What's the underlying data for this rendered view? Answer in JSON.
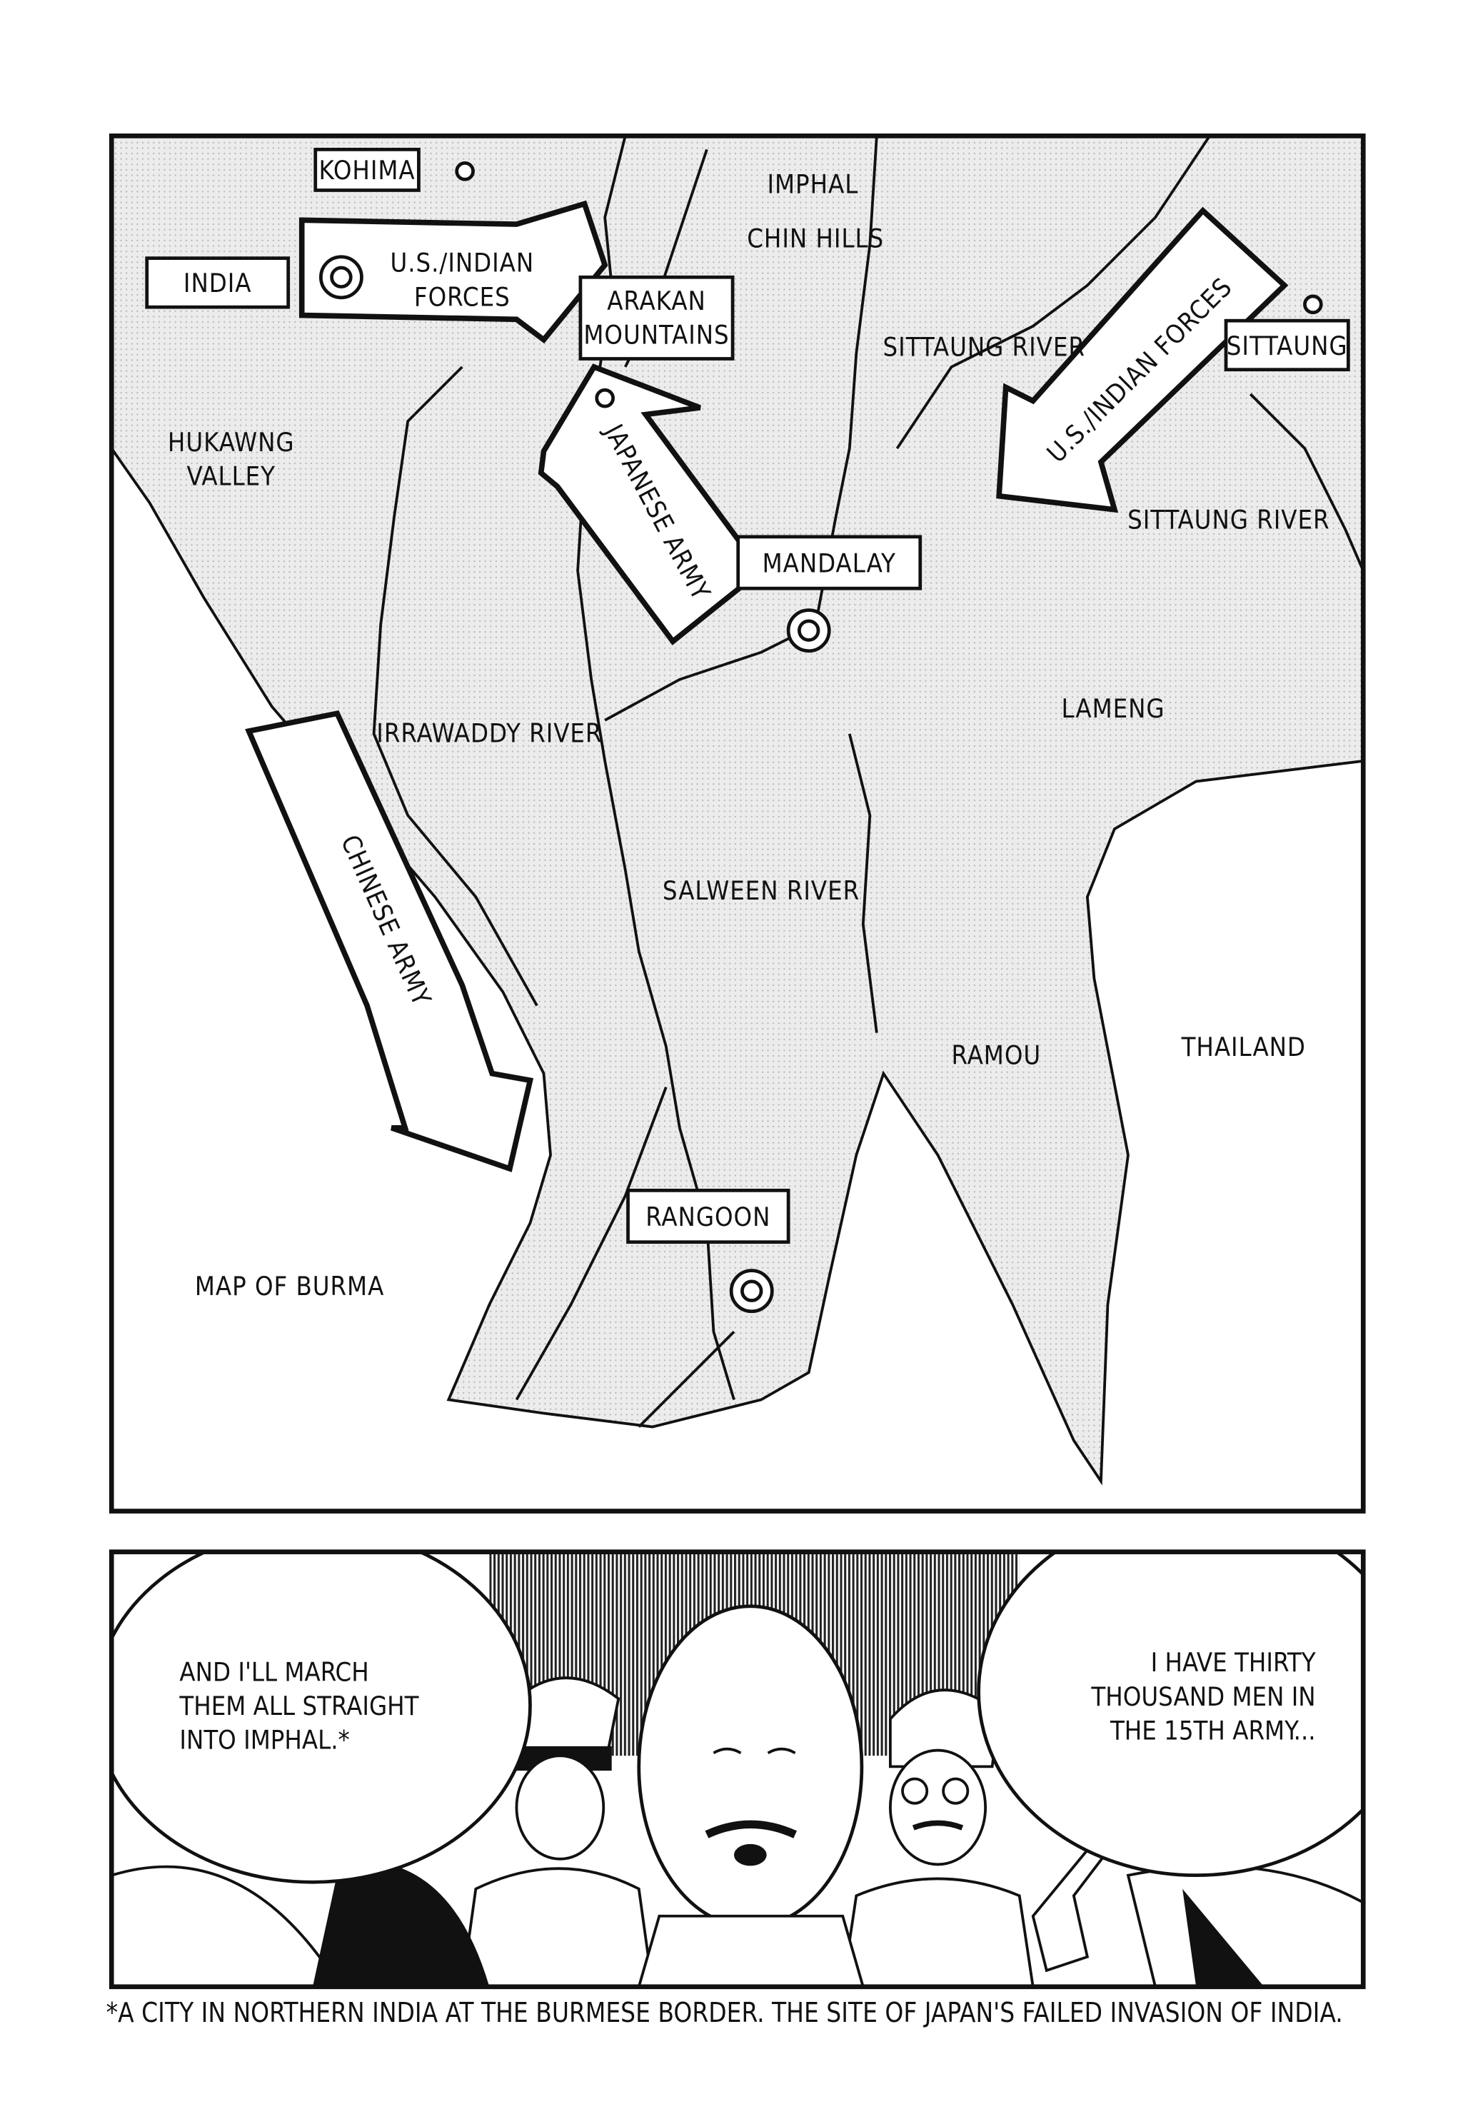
{
  "map_panel": {
    "caption": "MAP OF BURMA",
    "places": {
      "kohima": "KOHIMA",
      "india": "INDIA",
      "imphal": "IMPHAL",
      "chin_hills": "CHIN HILLS",
      "arakan_line1": "ARAKAN",
      "arakan_line2": "MOUNTAINS",
      "sittaung_river_top": "SITTAUNG RIVER",
      "sittaung": "SITTAUNG",
      "sittaung_river_right": "SITTAUNG RIVER",
      "hukawng_line1": "HUKAWNG",
      "hukawng_line2": "VALLEY",
      "mandalay": "MANDALAY",
      "irrawaddy_river": "IRRAWADDY RIVER",
      "lameng": "LAMENG",
      "salween_river": "SALWEEN RIVER",
      "ramou": "RAMOU",
      "thailand": "THAILAND",
      "rangoon": "RANGOON"
    },
    "arrows": {
      "us_indian_west_line1": "U.S./INDIAN",
      "us_indian_west_line2": "FORCES",
      "us_indian_east": "U.S./INDIAN FORCES",
      "japanese_army": "JAPANESE ARMY",
      "chinese_army": "CHINESE ARMY"
    }
  },
  "scene_panel": {
    "bubble_left": [
      "AND I'LL MARCH",
      "THEM ALL STRAIGHT",
      "INTO IMPHAL.*"
    ],
    "bubble_right": [
      "I HAVE THIRTY",
      "THOUSAND MEN IN",
      "THE 15TH ARMY..."
    ]
  },
  "footnote": "*A CITY IN NORTHERN INDIA AT THE BURMESE BORDER. THE SITE OF JAPAN'S FAILED INVASION OF INDIA."
}
